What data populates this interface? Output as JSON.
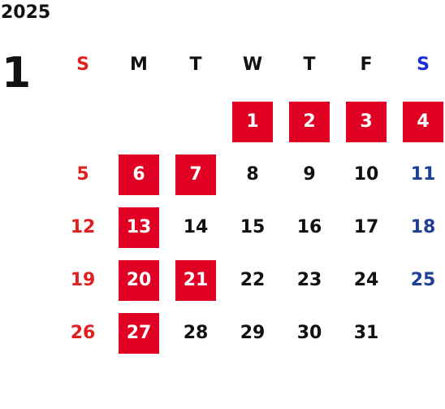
{
  "calendar": {
    "year": "2025",
    "month": "1",
    "weekdays": [
      "S",
      "M",
      "T",
      "W",
      "T",
      "F",
      "S"
    ],
    "first_weekday_index": 3,
    "days": [
      {
        "label": "1",
        "holiday": true
      },
      {
        "label": "2",
        "holiday": true
      },
      {
        "label": "3",
        "holiday": true
      },
      {
        "label": "4",
        "holiday": true
      },
      {
        "label": "5",
        "holiday": false
      },
      {
        "label": "6",
        "holiday": true
      },
      {
        "label": "7",
        "holiday": true
      },
      {
        "label": "8",
        "holiday": false
      },
      {
        "label": "9",
        "holiday": false
      },
      {
        "label": "10",
        "holiday": false
      },
      {
        "label": "11",
        "holiday": false
      },
      {
        "label": "12",
        "holiday": false
      },
      {
        "label": "13",
        "holiday": true
      },
      {
        "label": "14",
        "holiday": false
      },
      {
        "label": "15",
        "holiday": false
      },
      {
        "label": "16",
        "holiday": false
      },
      {
        "label": "17",
        "holiday": false
      },
      {
        "label": "18",
        "holiday": false
      },
      {
        "label": "19",
        "holiday": false
      },
      {
        "label": "20",
        "holiday": true
      },
      {
        "label": "21",
        "holiday": true
      },
      {
        "label": "22",
        "holiday": false
      },
      {
        "label": "23",
        "holiday": false
      },
      {
        "label": "24",
        "holiday": false
      },
      {
        "label": "25",
        "holiday": false
      },
      {
        "label": "26",
        "holiday": false
      },
      {
        "label": "27",
        "holiday": true
      },
      {
        "label": "28",
        "holiday": false
      },
      {
        "label": "29",
        "holiday": false
      },
      {
        "label": "30",
        "holiday": false
      },
      {
        "label": "31",
        "holiday": false
      }
    ]
  },
  "colors": {
    "text": "#111111",
    "sunday_header": "#e0201e",
    "saturday_header": "#1a2dd8",
    "sunday_day": "#e0201e",
    "saturday_day": "#1f3f94",
    "holiday_bg": "#e00024",
    "holiday_text": "#ffffff"
  }
}
